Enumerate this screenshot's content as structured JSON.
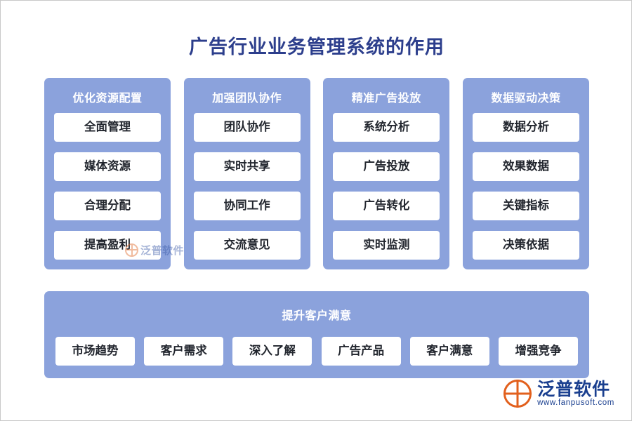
{
  "page": {
    "title": "广告行业业务管理系统的作用",
    "accent_color": "#8ba2dc",
    "title_color": "#2c3e8c"
  },
  "columns": [
    {
      "header": "优化资源配置",
      "items": [
        "全面管理",
        "媒体资源",
        "合理分配",
        "提高盈利"
      ]
    },
    {
      "header": "加强团队协作",
      "items": [
        "团队协作",
        "实时共享",
        "协同工作",
        "交流意见"
      ]
    },
    {
      "header": "精准广告投放",
      "items": [
        "系统分析",
        "广告投放",
        "广告转化",
        "实时监测"
      ]
    },
    {
      "header": "数据驱动决策",
      "items": [
        "数据分析",
        "效果数据",
        "关键指标",
        "决策依据"
      ]
    }
  ],
  "bottom": {
    "header": "提升客户满意",
    "items": [
      "市场趋势",
      "客户需求",
      "深入了解",
      "广告产品",
      "客户满意",
      "增强竞争"
    ]
  },
  "watermark": {
    "text": "泛普软件"
  },
  "logo": {
    "name": "泛普软件",
    "url": "www.fanpusoft.com"
  }
}
